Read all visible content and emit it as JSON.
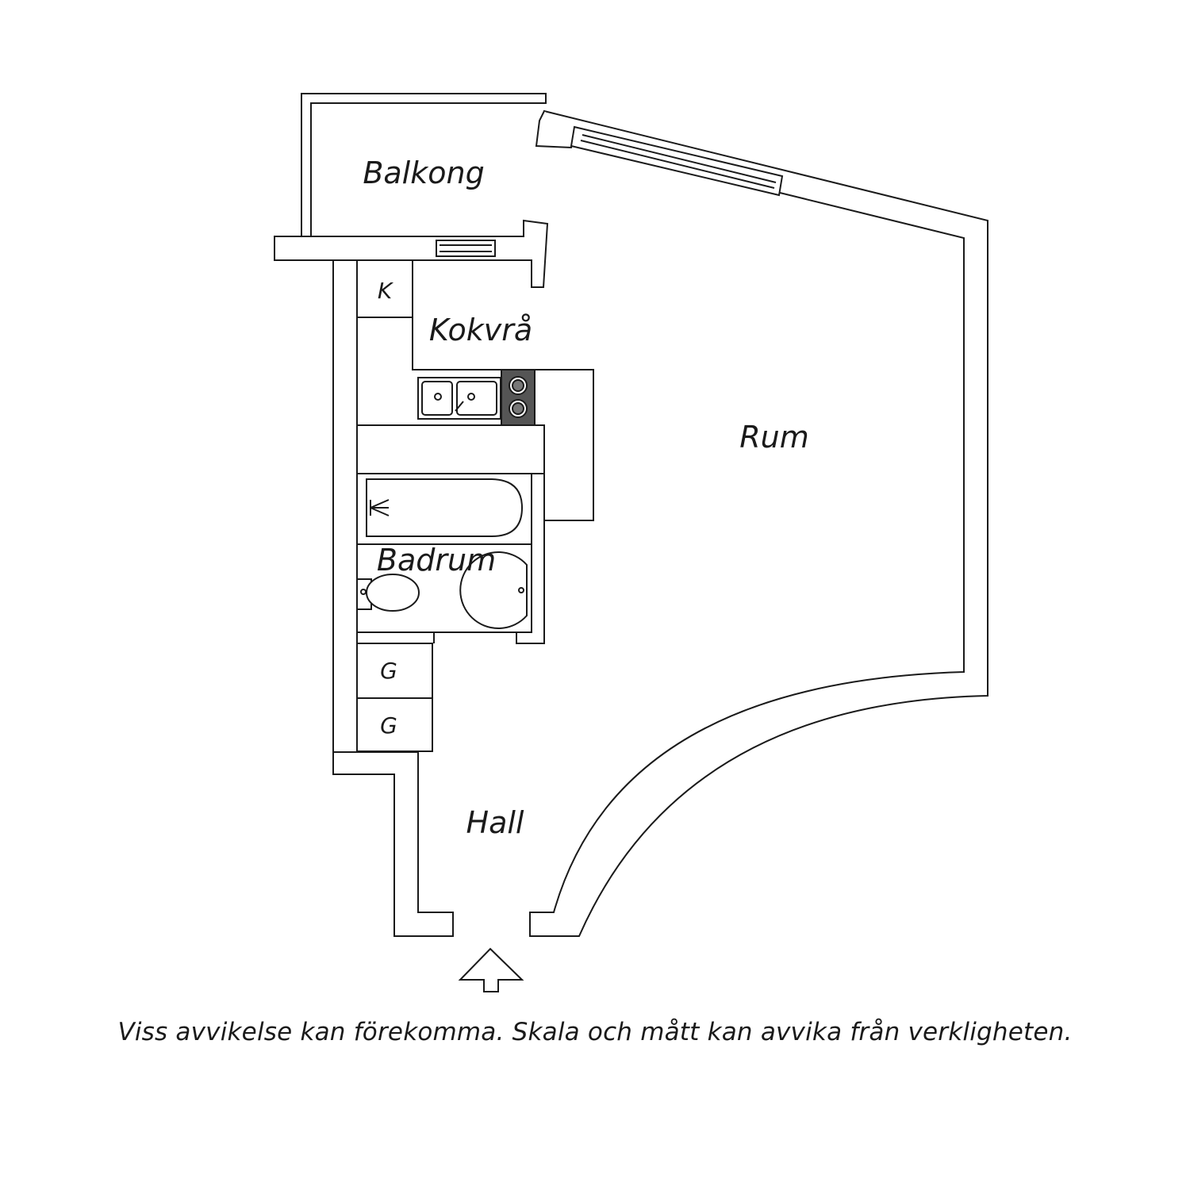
{
  "floorplan": {
    "rooms": {
      "balcony": "Balkong",
      "living_room": "Rum",
      "kitchenette": "Kokvrå",
      "bathroom": "Badrum",
      "hall": "Hall"
    },
    "symbols": {
      "fridge": "K",
      "wardrobe_1": "G",
      "wardrobe_2": "G"
    },
    "entrance_icon": "arrow-up-icon"
  },
  "disclaimer": "Viss avvikelse kan förekomma. Skala och mått kan avvika från verkligheten.",
  "colors": {
    "line": "#1a1a1a",
    "wall_fill": "#ffffff",
    "stove_fill": "#555555"
  }
}
